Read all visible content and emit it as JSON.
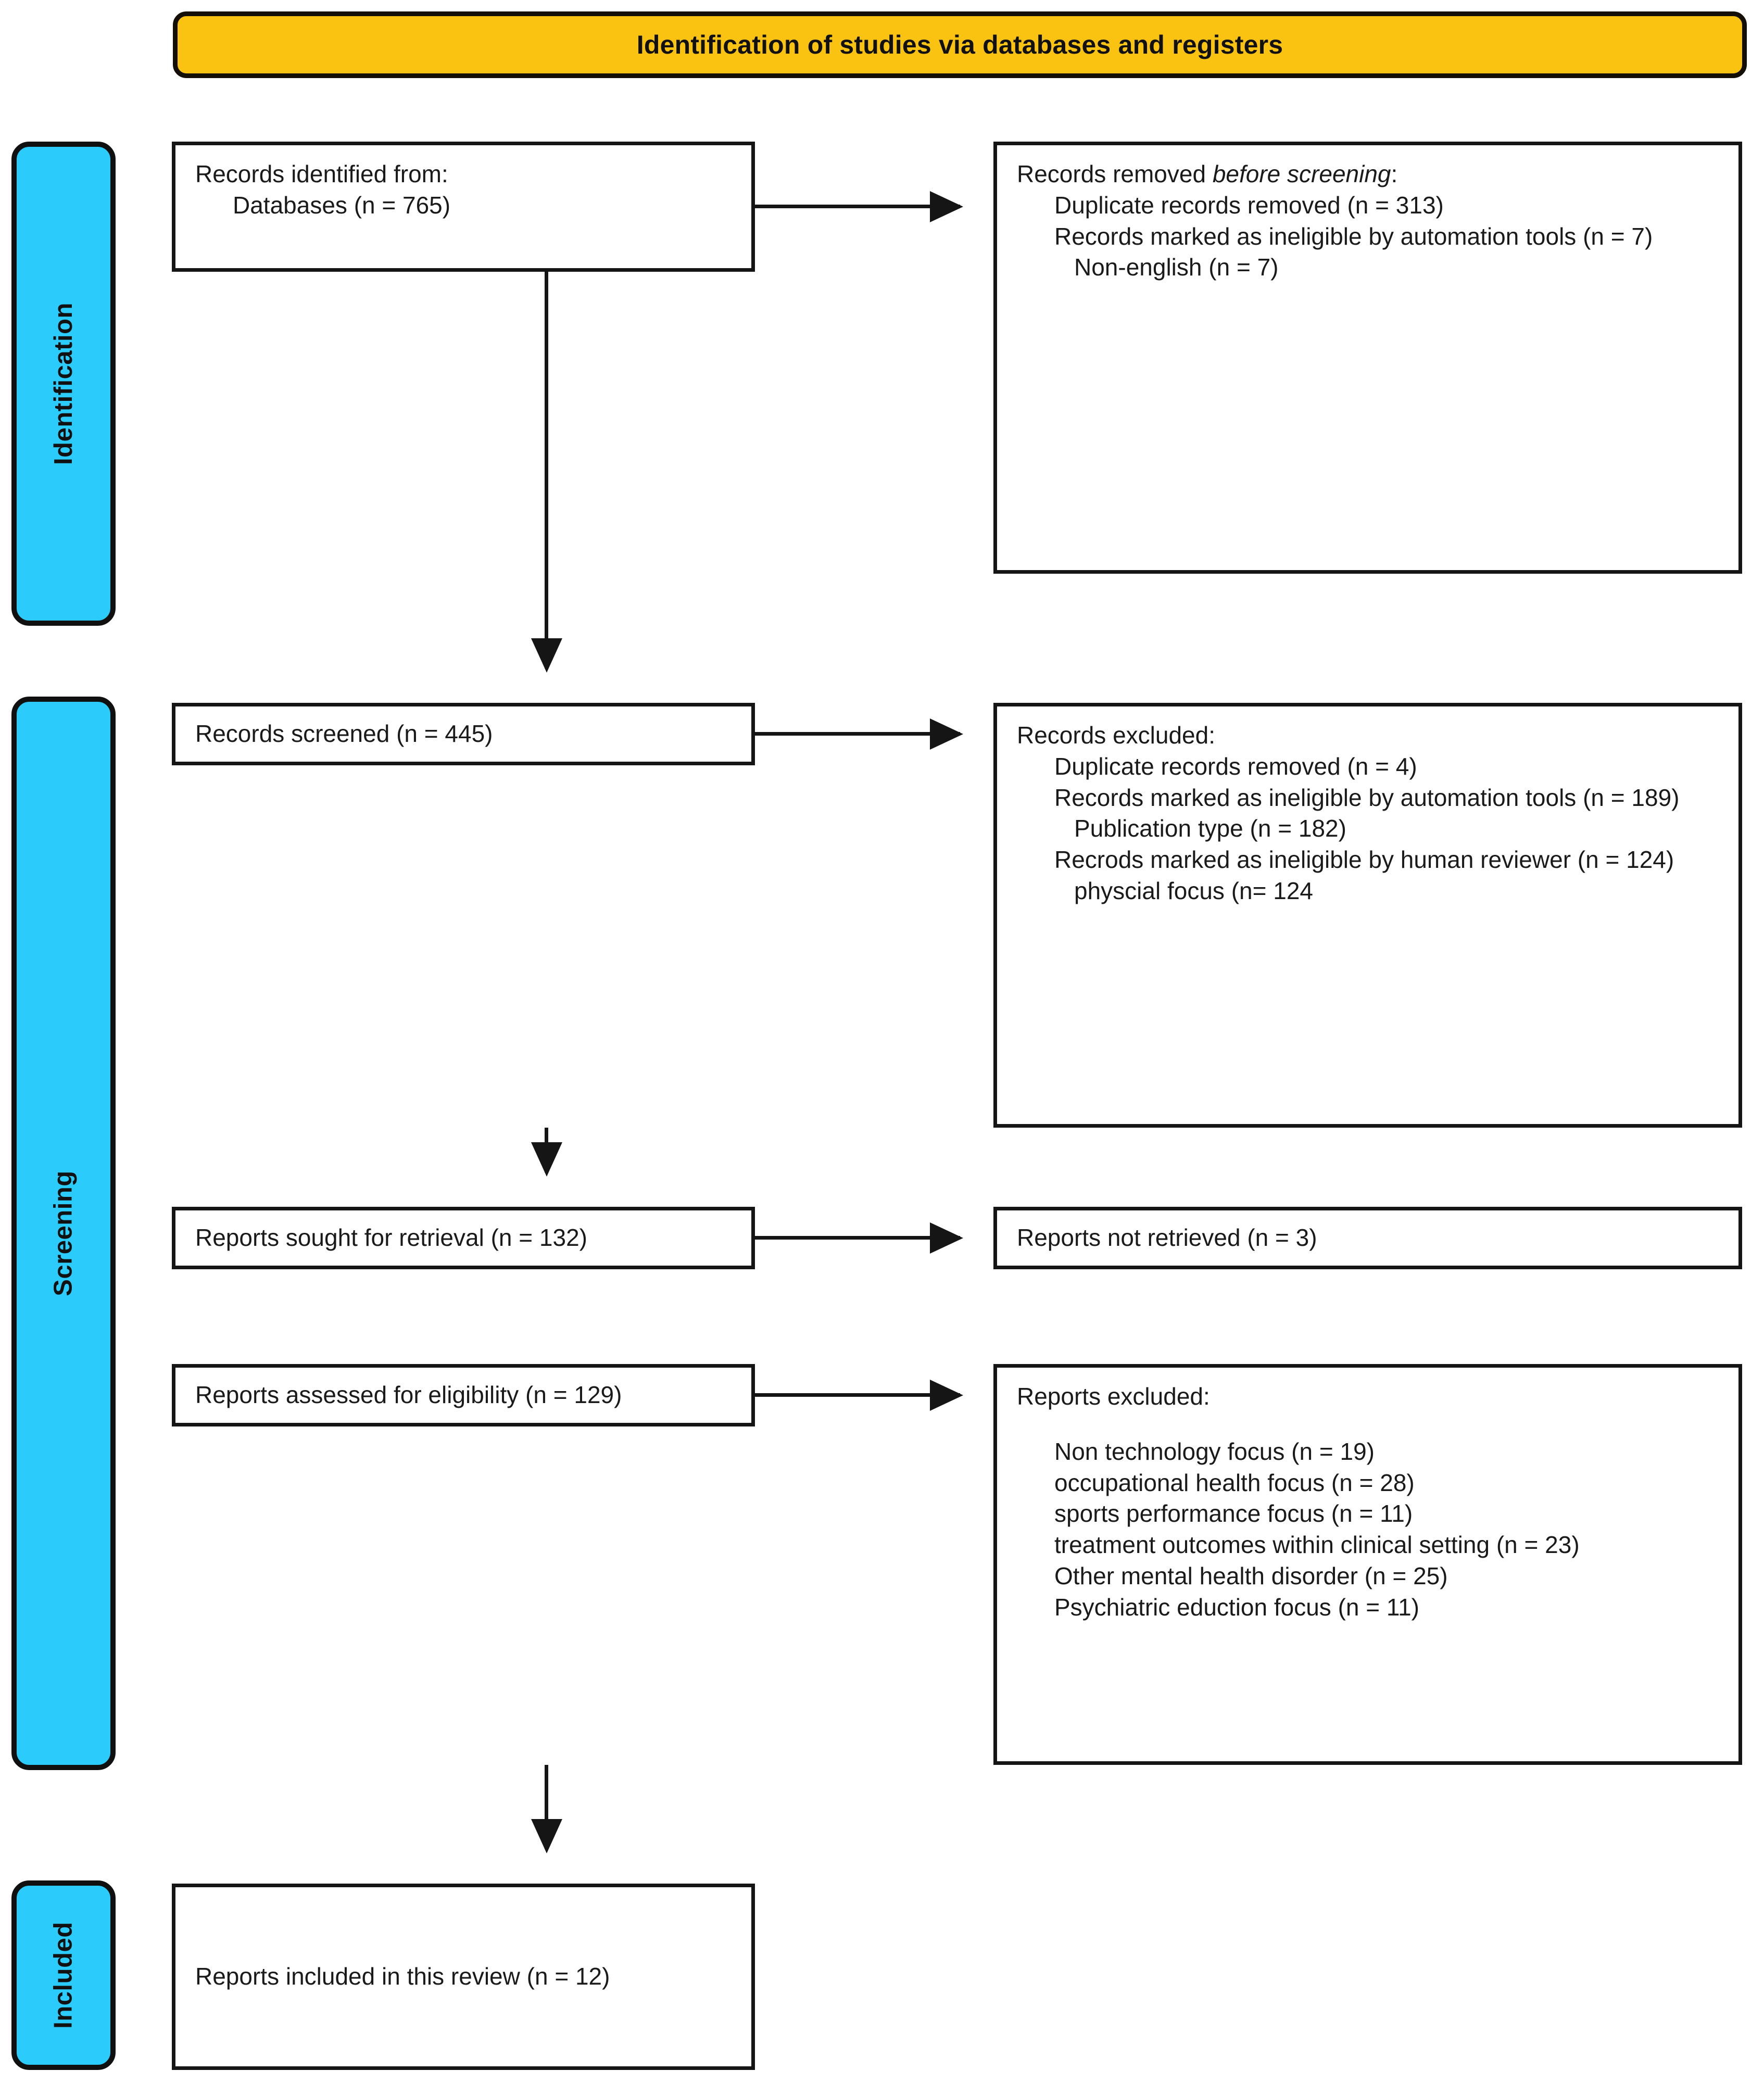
{
  "header": {
    "title": "Identification of studies via databases and registers"
  },
  "stages": [
    {
      "key": "identification",
      "label": "Identification"
    },
    {
      "key": "screening",
      "label": "Screening"
    },
    {
      "key": "included",
      "label": "Included"
    }
  ],
  "boxes": {
    "identified": {
      "heading": "Records identified from:",
      "items": [
        "Databases (n = 765)"
      ]
    },
    "removed": {
      "heading_prefix": "Records removed ",
      "heading_em": "before screening",
      "heading_suffix": ":",
      "items": [
        "Duplicate records removed (n = 313)",
        "Records marked as ineligible by automation tools (n = 7)",
        "Non-english (n = 7)"
      ]
    },
    "screened": {
      "heading": "Records screened (n = 445)"
    },
    "records_excluded": {
      "heading": "Records excluded:",
      "items": [
        "Duplicate records removed (n = 4)",
        "Records marked as ineligible by automation tools (n = 189)",
        "Publication type (n = 182)",
        "Recrods marked as ineligible by human reviewer (n = 124)",
        "physcial focus (n= 124"
      ]
    },
    "sought": {
      "heading": "Reports sought for retrieval (n = 132)"
    },
    "not_retrieved": {
      "heading": "Reports not retrieved (n = 3)"
    },
    "assessed": {
      "heading": "Reports assessed for eligibility (n = 129)"
    },
    "reports_excluded": {
      "heading": "Reports excluded:",
      "items": [
        "Non technology focus (n = 19)",
        "occupational health focus (n = 28)",
        "sports performance focus (n = 11)",
        "treatment outcomes within clinical setting (n = 23)",
        "Other mental health disorder (n = 25)",
        "Psychiatric eduction focus (n = 11)"
      ]
    },
    "included": {
      "heading": "Reports included in this review  (n = 12)"
    }
  },
  "colors": {
    "banner": "#FBC311",
    "stage_tab": "#2BCCFB",
    "outline": "#151515",
    "text": "#1a1a1a"
  }
}
